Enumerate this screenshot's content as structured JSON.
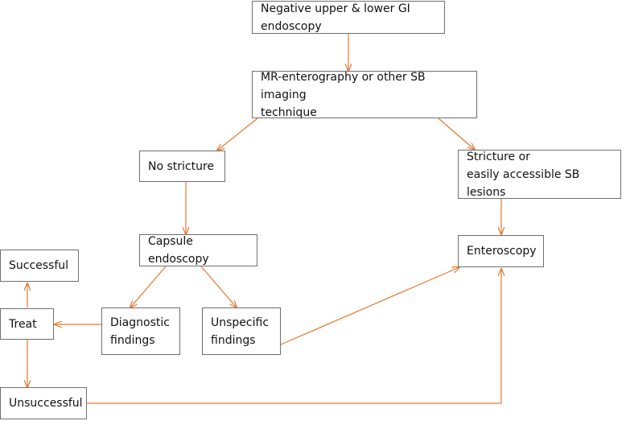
{
  "nodes": {
    "negative_endoscopy": "Negative upper & lower GI endoscopy",
    "mr_enterography_line1": "MR-enterography or other SB imaging",
    "mr_enterography_line2": "technique",
    "no_stricture": "No stricture",
    "stricture_line1": "Stricture or",
    "stricture_line2": "easily accessible SB lesions",
    "capsule_endoscopy": "Capsule endoscopy",
    "enteroscopy": "Enteroscopy",
    "successful": "Successful",
    "treat": "Treat",
    "diagnostic_line1": "Diagnostic",
    "diagnostic_line2": "findings",
    "unspecific_line1": "Unspecific",
    "unspecific_line2": "findings",
    "unsuccessful": "Unsuccessful"
  },
  "colors": {
    "arrow": "#e8772e",
    "border": "#6f6f6f"
  }
}
